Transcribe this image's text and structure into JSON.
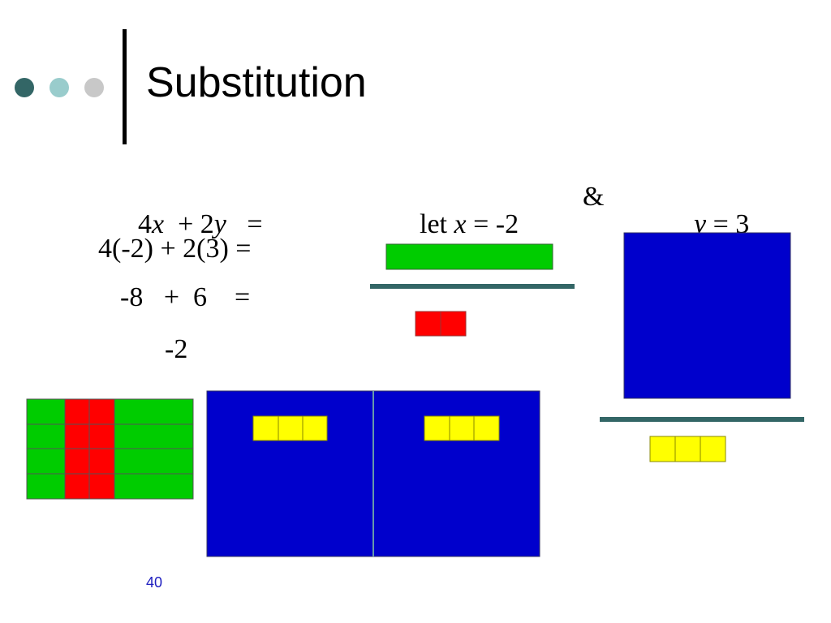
{
  "slide": {
    "title": "Substitution",
    "page_number": "40",
    "bullet_colors": [
      "#336666",
      "#99cccc",
      "#c8c8c8"
    ]
  },
  "equations": {
    "line1": {
      "coef1": "4",
      "var1": "x",
      "op": "  + 2",
      "var2": "y",
      "eq": "   ="
    },
    "line2": "4(-2) + 2(3) =",
    "line3": "-8   +  6    =",
    "line4": "-2"
  },
  "substitution": {
    "let_text": "let ",
    "x_var": "x",
    "x_value": " = -2",
    "ampersand": "&",
    "y_var": "y",
    "y_value": " = 3"
  },
  "colors": {
    "green_tile": "#00cc00",
    "red_tile": "#ff0000",
    "blue_tile": "#0000cc",
    "yellow_tile": "#ffff00",
    "divider": "#336666"
  }
}
